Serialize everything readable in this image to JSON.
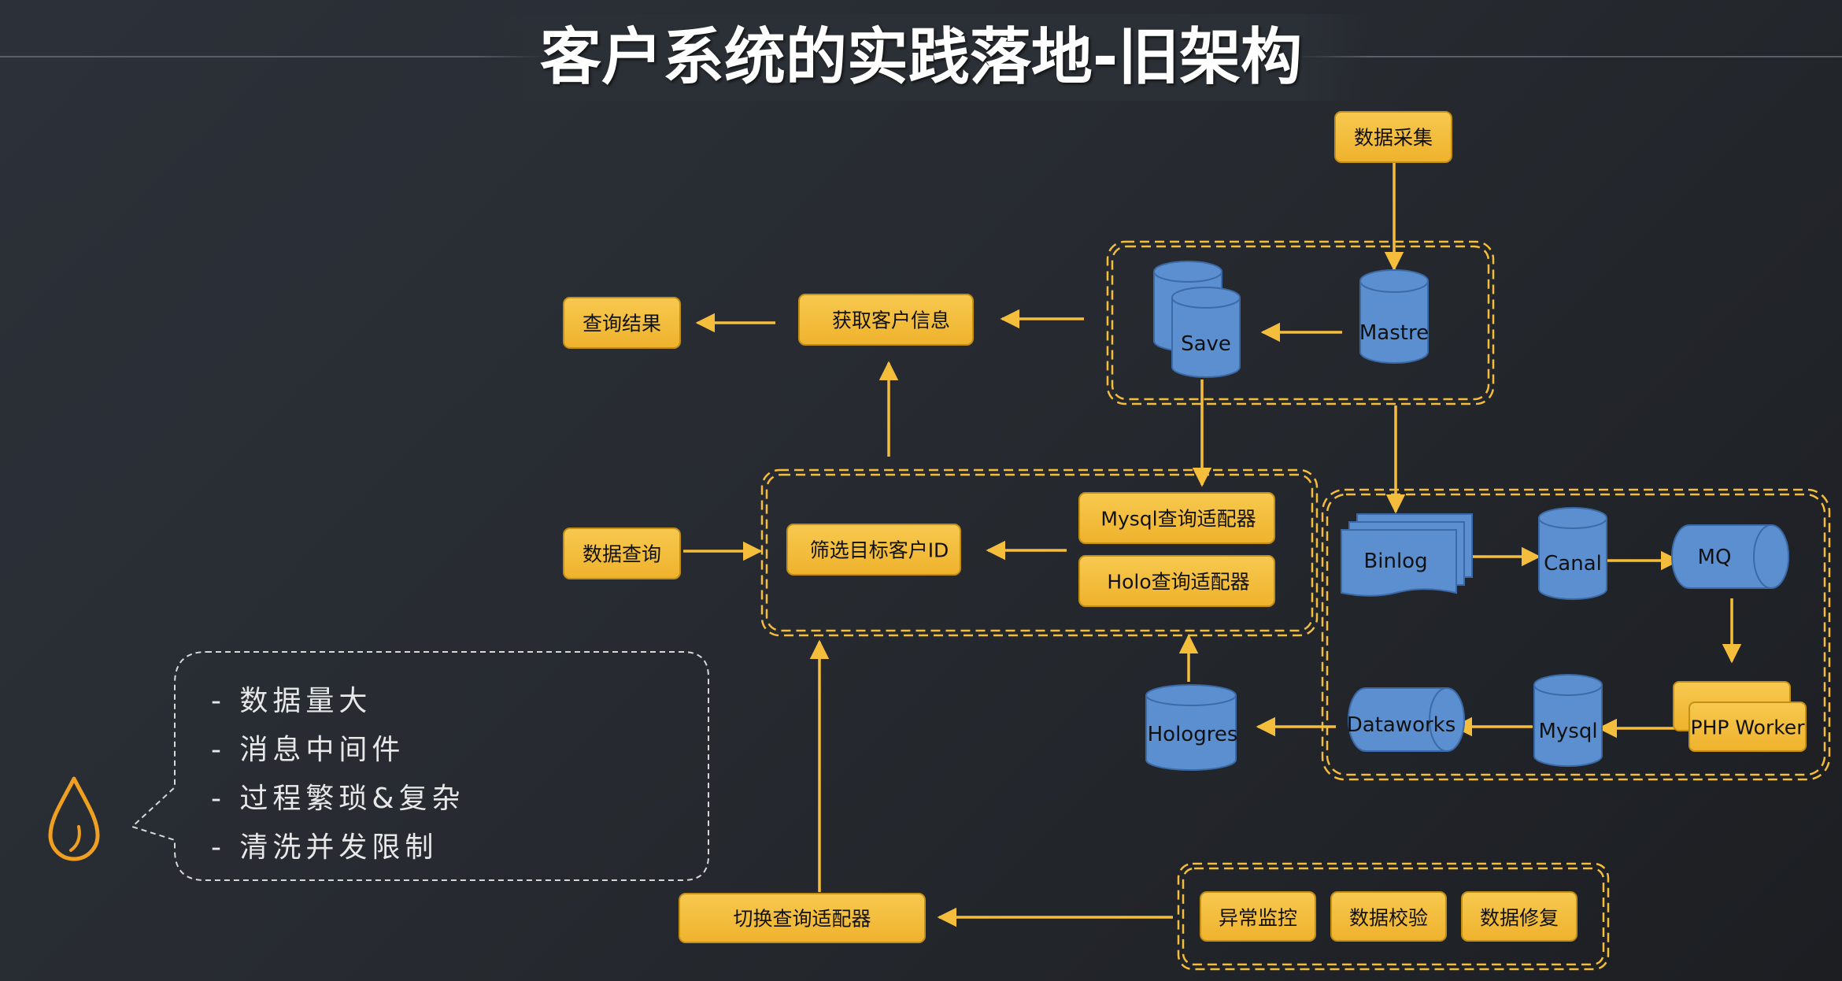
{
  "title": "客户系统的实践落地-旧架构",
  "colors": {
    "box_fill": "#f4bd3c",
    "box_border": "#c28f17",
    "db_fill": "#5b8fd0",
    "db_border": "#3c6aa6",
    "arrow": "#f4bd3c",
    "icon": "#f0a020"
  },
  "boxes": {
    "data_collect": "数据采集",
    "query_result": "查询结果",
    "get_customer": "获取客户信息",
    "data_query": "数据查询",
    "filter_id": "筛选目标客户ID",
    "mysql_adapter": "Mysql查询适配器",
    "holo_adapter": "Holo查询适配器",
    "php_worker": "PHP Worker",
    "switch_adapter": "切换查询适配器",
    "anomaly_monitor": "异常监控",
    "data_verify": "数据校验",
    "data_repair": "数据修复"
  },
  "databases": {
    "save": "Save",
    "mastre": "Mastre",
    "binlog": "Binlog",
    "canal": "Canal",
    "mq": "MQ",
    "dataworks": "Dataworks",
    "mysql": "Mysql",
    "hologres": "Hologres"
  },
  "notes": [
    "-  数据量大",
    "-  消息中间件",
    "-  过程繁琐&复杂",
    "-  清洗并发限制"
  ],
  "icons": {
    "drop": "water-drop-icon"
  }
}
